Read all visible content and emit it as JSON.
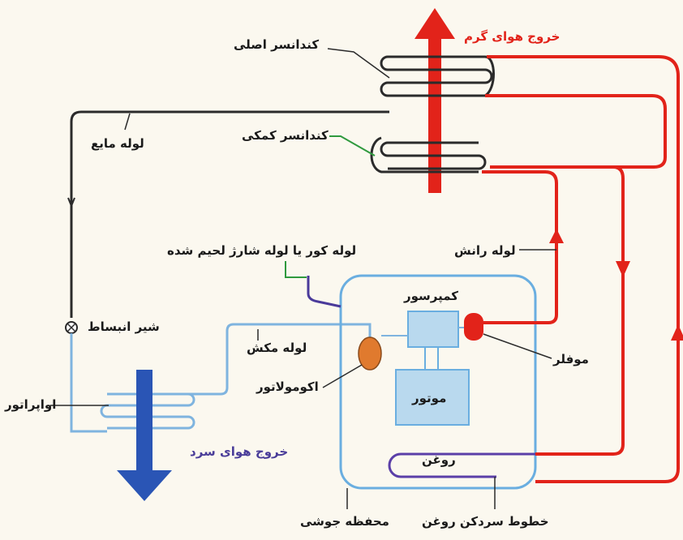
{
  "labels": {
    "warm_air_out": "خروج هوای گرم",
    "main_condenser": "کندانسر اصلی",
    "aux_condenser": "کندانسر کمکی",
    "liquid_line": "لوله مایع",
    "discharge_line": "لوله رانش",
    "charge_tube": "لوله کور یا لوله شارژ لحیم شده",
    "compressor": "کمپرسور",
    "expansion_valve": "شیر انبساط",
    "suction_line": "لوله مکش",
    "muffler": "موفلر",
    "accumulator": "اکومولاتور",
    "motor": "موتور",
    "evaporator": "اواپراتور",
    "cold_air_out": "خروج هوای سرد",
    "oil": "روغن",
    "hermetic_housing": "محفظه جوشی",
    "oil_cooler_lines": "خطوط سردکن روغن"
  },
  "colors": {
    "hot_line": "#e2231a",
    "liquid_line": "#2b2b2b",
    "suction_line": "#7fb4df",
    "housing": "#6aaee0",
    "compressor_fill": "#b9d9ee",
    "muffler": "#e2231a",
    "accumulator": "#e07a2e",
    "cold_arrow": "#2a55b5",
    "oil_line": "#5b3fa8",
    "charge_tube": "#4a3a9a",
    "leader_green": "#2f9a3e"
  }
}
